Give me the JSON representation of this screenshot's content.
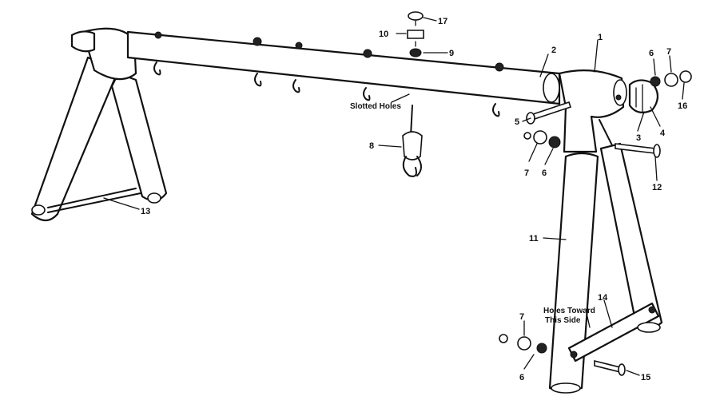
{
  "callouts": {
    "c1": "1",
    "c2": "2",
    "c3": "3",
    "c4": "4",
    "c5": "5",
    "c6a": "6",
    "c6b": "6",
    "c6c": "6",
    "c7a": "7",
    "c7b": "7",
    "c7c": "7",
    "c8": "8",
    "c9": "9",
    "c10": "10",
    "c11": "11",
    "c12": "12",
    "c13": "13",
    "c14": "14",
    "c15": "15",
    "c16": "16",
    "c17": "17"
  },
  "notes": {
    "slotted_holes": "Slotted Holes",
    "holes_toward_line1": "Holes Toward",
    "holes_toward_line2": "This Side"
  },
  "colors": {
    "ink": "#111111",
    "paper": "#ffffff"
  }
}
